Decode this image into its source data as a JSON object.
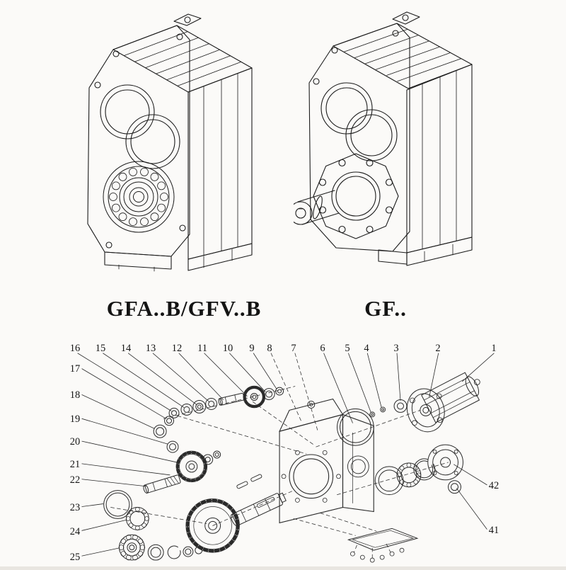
{
  "page": {
    "background": "#fbfaf8",
    "line_color": "#1b1b1b",
    "description": "Gear reducer catalog page: two isometric housing drawings above an exploded parts diagram with numbered callouts"
  },
  "products": [
    {
      "id": "gfab-gfvb",
      "label": "GFA..B/GFV..B"
    },
    {
      "id": "gf",
      "label": "GF.."
    }
  ],
  "exploded": {
    "callouts_top": [
      "16",
      "15",
      "14",
      "13",
      "12",
      "11",
      "10",
      "9",
      "8",
      "7",
      "6",
      "5",
      "4",
      "3",
      "2",
      "1"
    ],
    "callouts_left": [
      "17",
      "18",
      "19",
      "20",
      "21",
      "22",
      "23",
      "24",
      "25"
    ],
    "callouts_right": [
      "42",
      "41"
    ]
  }
}
